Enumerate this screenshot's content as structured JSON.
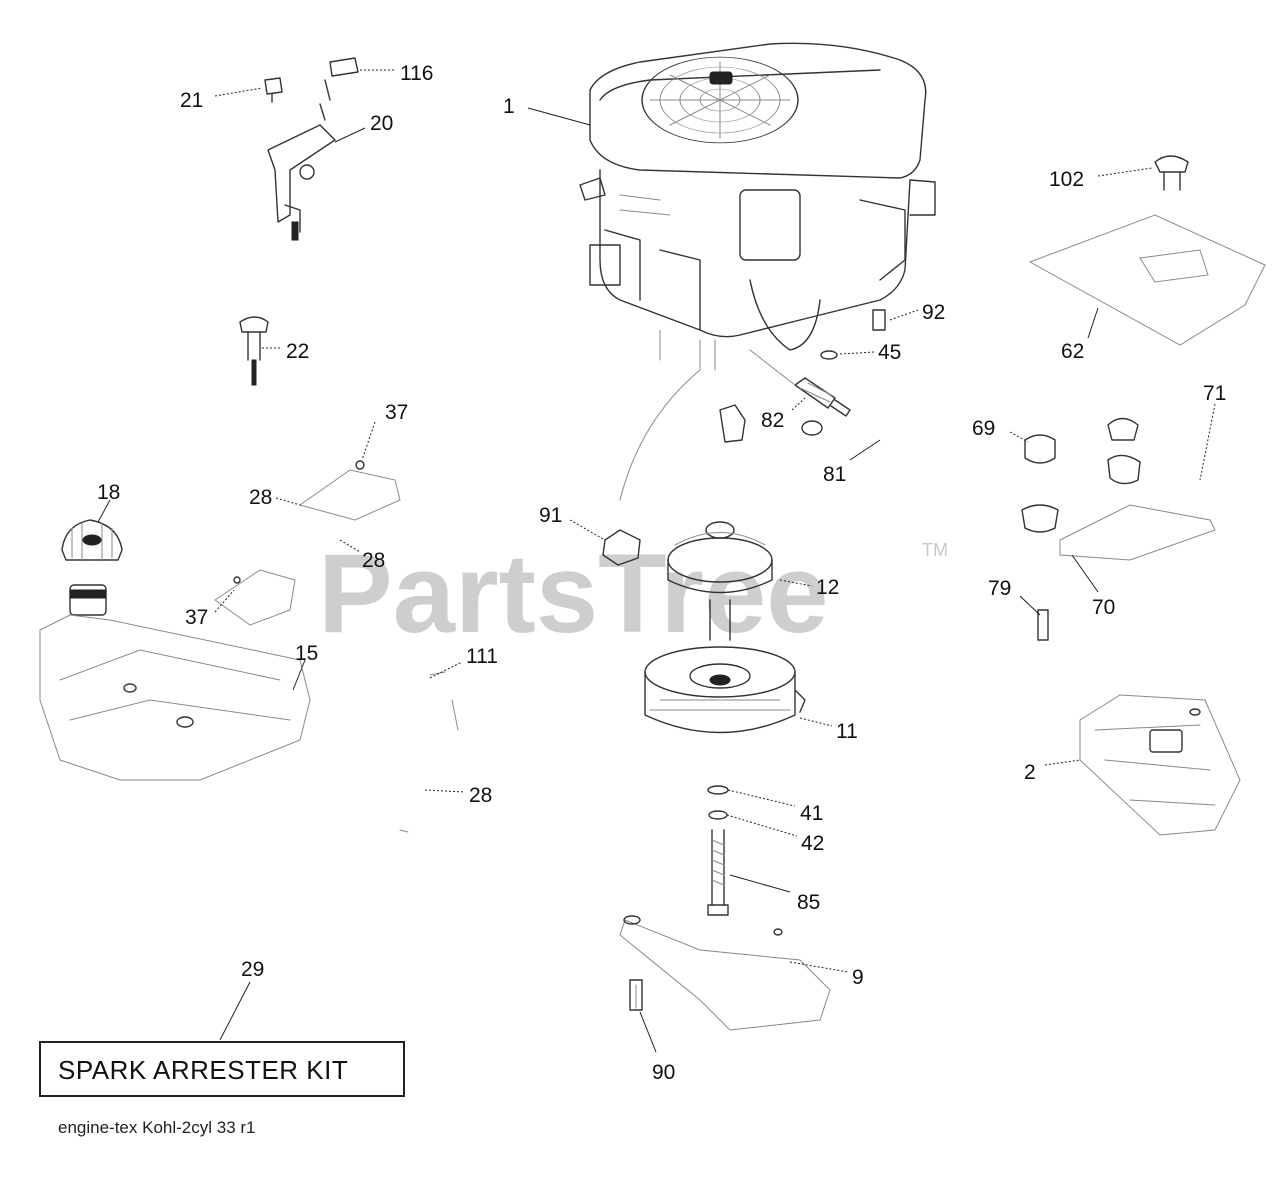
{
  "watermark": {
    "brand": "PartsTree",
    "mark": "TM"
  },
  "kit_label": "SPARK ARRESTER KIT",
  "footer_code": "engine-tex  Kohl-2cyl  33  r1",
  "callouts": {
    "c1": "1",
    "c2": "2",
    "c9": "9",
    "c11": "11",
    "c12": "12",
    "c15": "15",
    "c18": "18",
    "c20": "20",
    "c21": "21",
    "c22": "22",
    "c28a": "28",
    "c28b": "28",
    "c28c": "28",
    "c29": "29",
    "c37a": "37",
    "c37b": "37",
    "c41": "41",
    "c42": "42",
    "c45": "45",
    "c62": "62",
    "c69": "69",
    "c70": "70",
    "c71": "71",
    "c79": "79",
    "c81": "81",
    "c82": "82",
    "c85": "85",
    "c90": "90",
    "c91": "91",
    "c92": "92",
    "c102": "102",
    "c111": "111",
    "c116": "116"
  }
}
